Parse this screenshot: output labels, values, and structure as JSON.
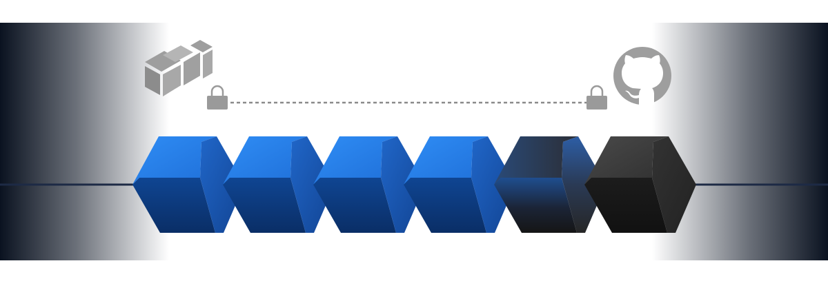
{
  "diagram": {
    "left_logo": {
      "icon": "stacked-boxes-logo-icon",
      "color": "#9e9e9e"
    },
    "right_logo": {
      "icon": "github-octocat-icon",
      "color": "#9e9e9e"
    },
    "connection": {
      "style": "dashed",
      "color": "#8a8a8a",
      "endpoint_icon": "padlock-icon"
    },
    "blocks": [
      {
        "kind": "blue",
        "icon": "cube-icon"
      },
      {
        "kind": "blue",
        "icon": "cube-icon"
      },
      {
        "kind": "blue",
        "icon": "cube-icon"
      },
      {
        "kind": "blue",
        "icon": "cube-icon"
      },
      {
        "kind": "blue-to-dark",
        "icon": "cube-icon"
      },
      {
        "kind": "dark",
        "icon": "cube-icon"
      }
    ],
    "colors": {
      "background_band": "#0a1220",
      "baseline": "#1d2a45",
      "blue_top": "#2d87f0",
      "blue_front": "#0d3672",
      "blue_right": "#1c5ab5",
      "dark_top": "#3a3a3a",
      "dark_front": "#161616",
      "dark_right": "#2a2a2a"
    }
  }
}
